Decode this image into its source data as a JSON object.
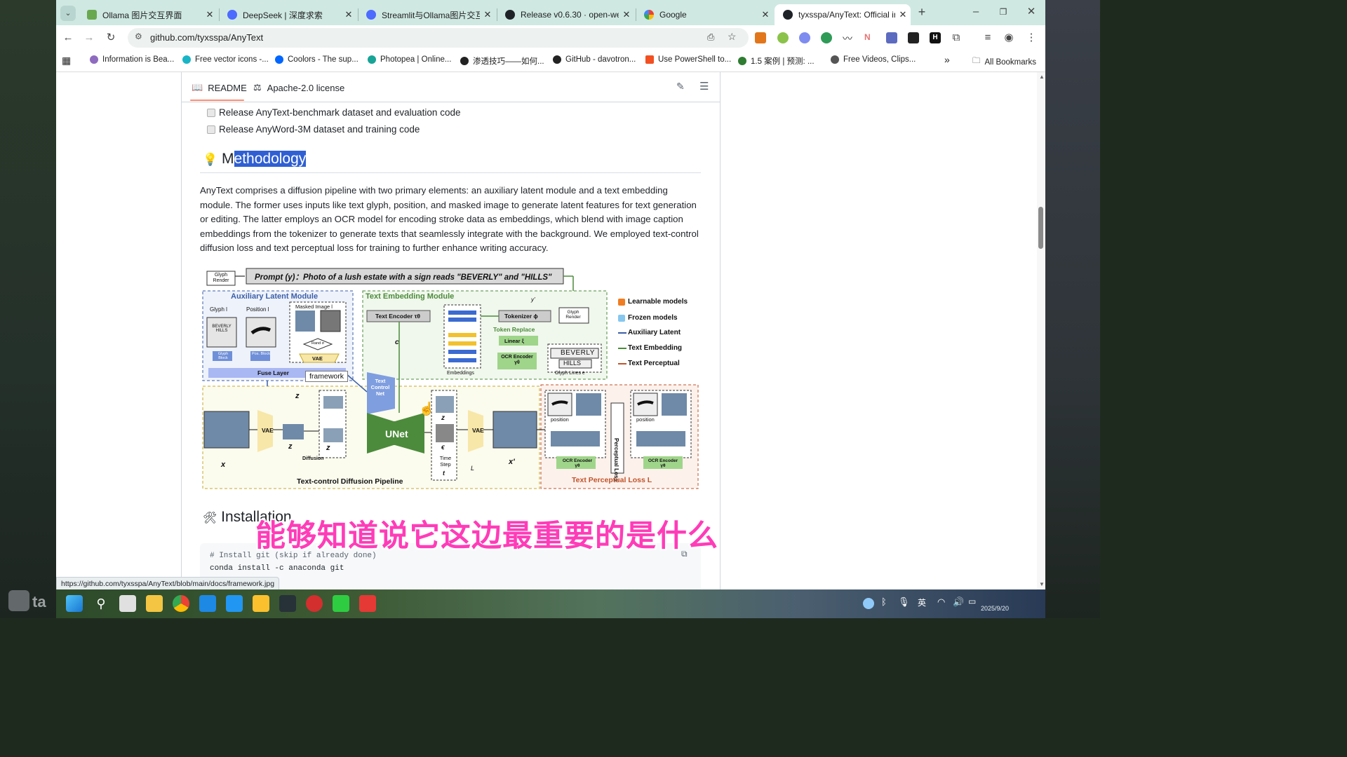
{
  "tabs": [
    {
      "title": "Ollama 图片交互界面",
      "fav_color": "#6aa84f"
    },
    {
      "title": "DeepSeek | 深度求索",
      "fav_color": "#4d6bfe"
    },
    {
      "title": "Streamlit与Ollama图片交互",
      "fav_color": "#4d6bfe"
    },
    {
      "title": "Release v0.6.30 · open-web",
      "fav_color": "#1f2328"
    },
    {
      "title": "Google",
      "fav_color": "#4285f4"
    },
    {
      "title": "tyxsspa/AnyText: Official im",
      "fav_color": "#1f2328"
    }
  ],
  "toolbar": {
    "url": "github.com/tyxsspa/AnyText"
  },
  "bookmarks": [
    {
      "label": "Information is Bea...",
      "color": "#8e6bbf"
    },
    {
      "label": "Free vector icons -...",
      "color": "#19b5c7"
    },
    {
      "label": "Coolors - The sup...",
      "color": "#0066ff"
    },
    {
      "label": "Photopea | Online...",
      "color": "#18a497"
    },
    {
      "label": "渗透技巧——如何...",
      "color": "#222222"
    },
    {
      "label": "GitHub - davotron...",
      "color": "#222222"
    },
    {
      "label": "Use PowerShell to...",
      "color": "#f25022"
    },
    {
      "label": "1.5 案例 | 预测: ...",
      "color": "#2e7d32"
    },
    {
      "label": "Free Videos, Clips...",
      "color": "#555555"
    }
  ],
  "bookmarks_more": "»",
  "all_bookmarks": "All Bookmarks",
  "readme": {
    "tab_readme": "README",
    "tab_license": "Apache-2.0 license",
    "checklist": [
      "Release AnyText-benchmark dataset and evaluation code",
      "Release AnyWord-3M dataset and training code"
    ],
    "methodology_first": "M",
    "methodology_rest": "ethodology",
    "paragraph": "AnyText comprises a diffusion pipeline with two primary elements: an auxiliary latent module and a text embedding module. The former uses inputs like text glyph, position, and masked image to generate latent features for text generation or editing. The latter employs an OCR model for encoding stroke data as embeddings, which blend with image caption embeddings from the tokenizer to generate texts that seamlessly integrate with the background. We employed text-control diffusion loss and text perceptual loss for training to further enhance writing accuracy.",
    "installation": "Installation",
    "code_lines": [
      "# Install git (skip if already done)",
      "conda install -c anaconda git"
    ]
  },
  "figure": {
    "prompt": "Prompt (y)：Photo of a lush estate with a sign reads \"BEVERLY\" and \"HILLS\"",
    "glyph_render": "Glyph Render",
    "aux_title": "Auxiliary Latent Module",
    "glyph_lg": "Glyph l",
    "position_lp": "Position l",
    "masked_image": "Masked Image l",
    "beverly_small": "BEVERLY HILLS",
    "glyph_block": "Glyph Block",
    "pos_block": "Pos. Block",
    "rand": "Rand σ",
    "vae": "VAE",
    "fuse_layer": "Fuse Layer",
    "tooltip": "framework",
    "tem_title": "Text Embedding Module",
    "text_encoder": "Text Encoder τθ",
    "tokenizer": "Tokenizer ϕ",
    "token_replace": "Token Replace",
    "linear": "Linear ξ",
    "ocr_encoder": "OCR Encoder γθ",
    "embeddings": "Embeddings",
    "glyph_lines": "Glyph Lines e",
    "beverly": "BEVERLY",
    "hills": "HILLS",
    "y_prime": "y'",
    "c_te": "c",
    "legend": [
      "Learnable models",
      "Frozen models",
      "Auxiliary Latent",
      "Text Embedding",
      "Text Perceptual"
    ],
    "text_control_net": "Text Control Net",
    "z_a": "z",
    "z_0": "z",
    "z_t": "z",
    "diffusion": "Diffusion",
    "unet": "UNet",
    "eps_t": "ϵ",
    "time_step": "Time Step",
    "t": "t",
    "loss_td": "L",
    "x0": "x",
    "x0p": "x'",
    "pipeline_title": "Text-control Diffusion Pipeline",
    "perceptual_loss": "Perceptual Loss",
    "position": "position",
    "perc_title": "Text Perceptual Loss L"
  },
  "statusbar": "https://github.com/tyxsspa/AnyText/blob/main/docs/framework.jpg",
  "subtitle": "能够知道说它这边最重要的是什么",
  "colors": {
    "tabstrip": "#cfe8e2",
    "highlight": "#2f5fd3",
    "subtitle": "#ff3cb8",
    "underline": "#fd8c73",
    "aux": "#3b5fa8",
    "tem": "#4b8b3b",
    "perc": "#c0542a"
  },
  "taskbar": {
    "clock": "2025/9/20"
  }
}
